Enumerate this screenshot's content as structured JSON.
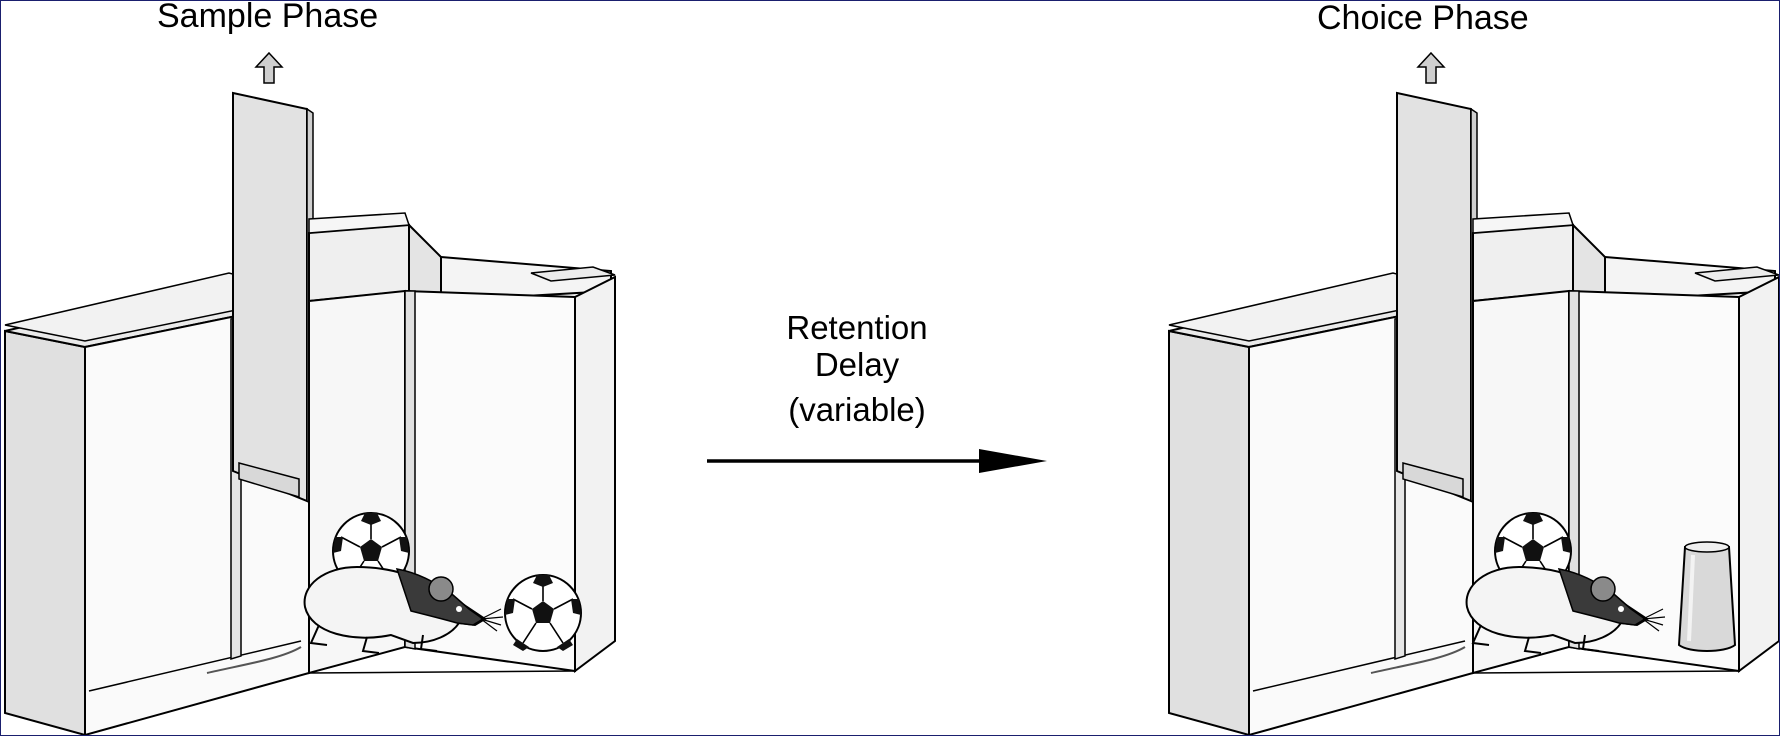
{
  "sample_phase": {
    "title": "Sample Phase",
    "objects": [
      "soccer-ball",
      "soccer-ball"
    ]
  },
  "delay": {
    "line1": "Retention",
    "line2": "Delay",
    "line3": "(variable)"
  },
  "choice_phase": {
    "title": "Choice Phase",
    "objects": [
      "soccer-ball",
      "cup"
    ]
  },
  "colors": {
    "outline": "#000000",
    "panel": "#ececec",
    "panel_dark": "#d6d6d6",
    "border": "#1a1f6e"
  }
}
